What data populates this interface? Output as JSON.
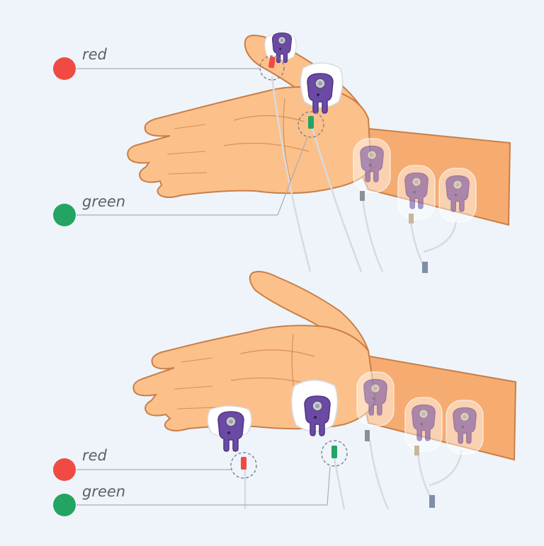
{
  "colors": {
    "background": "#eef4fa",
    "skin": "#fcc08a",
    "skin_shadow": "#f3a267",
    "skin_outline": "#c97f47",
    "electrode_purple": "#6b4aa6",
    "pad_white": "#ffffff",
    "dot_red": "#ef4b43",
    "dot_green": "#23a463",
    "leader_line": "#a9adb3",
    "cable": "#d8dde3"
  },
  "panels": [
    {
      "id": "top",
      "legend": [
        {
          "label": "red",
          "color": "#ef4b43"
        },
        {
          "label": "green",
          "color": "#23a463"
        }
      ]
    },
    {
      "id": "bottom",
      "legend": [
        {
          "label": "red",
          "color": "#ef4b43"
        },
        {
          "label": "green",
          "color": "#23a463"
        }
      ]
    }
  ]
}
